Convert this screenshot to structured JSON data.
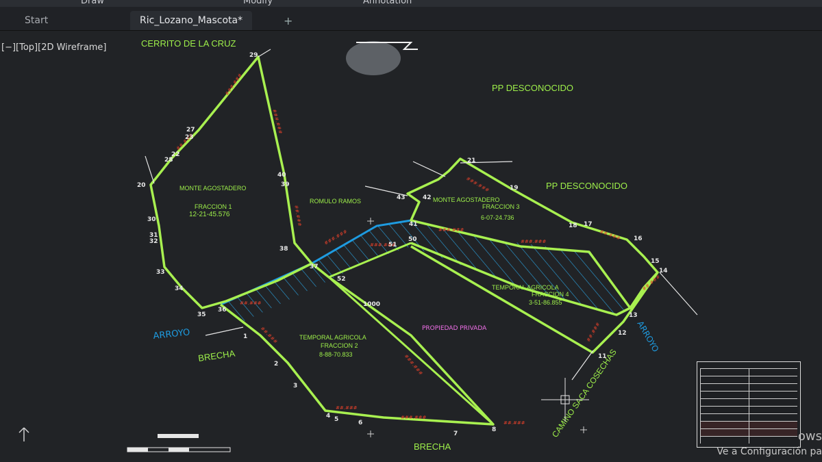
{
  "ribbon": {
    "items": [
      "Draw",
      "Modify",
      "Annotation"
    ]
  },
  "tabs": [
    {
      "label": "Start"
    },
    {
      "label": "Ric_Lozano_Mascota*"
    }
  ],
  "add_tab": "+",
  "viewport_label": "[−][Top][2D Wireframe]",
  "labels": {
    "cerrito": "CERRITO DE LA CRUZ",
    "pp1": "PP DESCONOCIDO",
    "pp2": "PP DESCONOCIDO",
    "monte1": "MONTE AGOSTADERO",
    "fraccion1": "FRACCION 1",
    "area1": "12-21-45.576",
    "romulo": "ROMULO RAMOS",
    "monte3": "MONTE AGOSTADERO",
    "fraccion3": "FRACCION 3",
    "area3": "6-07-24.736",
    "temporal4": "TEMPORAL AGRICOLA",
    "fraccion4": "FRACCION 4",
    "area4": "3-51-86.855",
    "temporal2": "TEMPORAL AGRICOLA",
    "fraccion2": "FRACCION 2",
    "area2": "8-88-70.833",
    "propiedad": "PROPIEDAD PRIVADA",
    "arroyo_left": "ARROYO",
    "arroyo_right": "ARROYO",
    "brecha_left": "BRECHA",
    "brecha_bottom": "BRECHA",
    "camino": "CAMINO SACA COSECHAS"
  },
  "vertices": [
    "29",
    "27",
    "23",
    "22",
    "28",
    "20",
    "30",
    "31",
    "32",
    "33",
    "34",
    "35",
    "36",
    "37",
    "38",
    "39",
    "40",
    "41",
    "42",
    "43",
    "21",
    "19",
    "18",
    "17",
    "16",
    "15",
    "14",
    "13",
    "12",
    "11",
    "51",
    "50",
    "52",
    "1000",
    "1",
    "2",
    "3",
    "4",
    "5",
    "6",
    "7",
    "8"
  ],
  "watermark": {
    "line1": "ows",
    "line2": "Ve a Configuración pa"
  },
  "colors": {
    "boundary": "#a8f050",
    "arroyo": "#1e9be0",
    "hatch": "#2aa7e8",
    "text_green": "#9ef04a",
    "dim_red": "#e0402a"
  }
}
